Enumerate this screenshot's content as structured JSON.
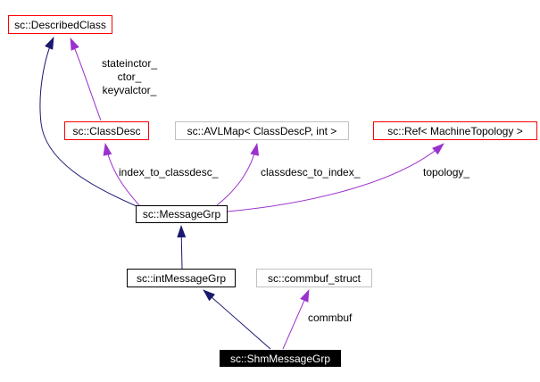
{
  "nodes": {
    "described_class": {
      "label": "sc::DescribedClass"
    },
    "class_desc": {
      "label": "sc::ClassDesc"
    },
    "avl_map": {
      "label": "sc::AVLMap< ClassDescP, int >"
    },
    "ref_machine_topology": {
      "label": "sc::Ref< MachineTopology >"
    },
    "message_grp": {
      "label": "sc::MessageGrp"
    },
    "int_message_grp": {
      "label": "sc::intMessageGrp"
    },
    "commbuf_struct": {
      "label": "sc::commbuf_struct"
    },
    "shm_message_grp": {
      "label": "sc::ShmMessageGrp"
    }
  },
  "edge_labels": {
    "stateinctor": {
      "line1": "stateinctor_",
      "line2": "ctor_",
      "line3": "keyvalctor_"
    },
    "index_to_classdesc": "index_to_classdesc_",
    "classdesc_to_index": "classdesc_to_index_",
    "topology": "topology_",
    "commbuf": "commbuf"
  },
  "colors": {
    "inheritance_edge": "#191970",
    "usage_edge": "#9a32cd",
    "highlighted_node_border": "#ff0000",
    "default_node_border": "#000000",
    "external_node_border": "#c0c0c0",
    "focus_node_fill": "#000000",
    "focus_node_text": "#ffffff",
    "background": "#ffffff",
    "text": "#000000"
  }
}
